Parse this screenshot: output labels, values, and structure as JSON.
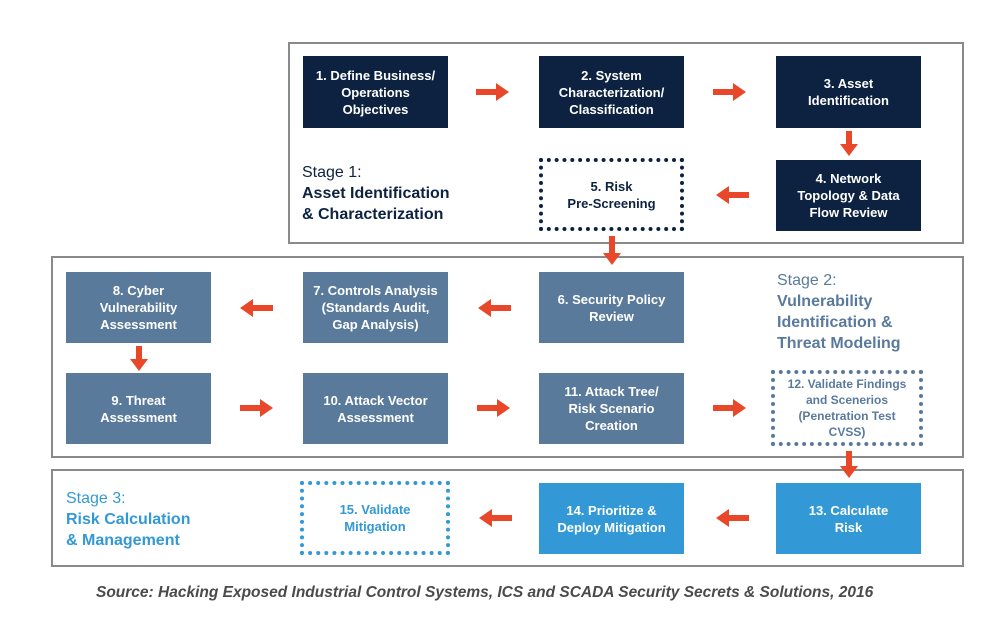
{
  "stages": {
    "stage1": {
      "label": "Stage 1:",
      "title": "Asset Identification\n& Characterization"
    },
    "stage2": {
      "label": "Stage 2:",
      "title": "Vulnerability\nIdentification &\nThreat Modeling"
    },
    "stage3": {
      "label": "Stage 3:",
      "title": "Risk Calculation\n& Management"
    }
  },
  "steps": {
    "s1": "1. Define Business/\nOperations\nObjectives",
    "s2": "2. System\nCharacterization/\nClassification",
    "s3": "3. Asset\nIdentification",
    "s4": "4. Network\nTopology & Data\nFlow Review",
    "s5": "5. Risk\nPre-Screening",
    "s6": "6. Security Policy\nReview",
    "s7": "7. Controls Analysis\n(Standards Audit,\nGap Analysis)",
    "s8": "8. Cyber\nVulnerability\nAssessment",
    "s9": "9. Threat\nAssessment",
    "s10": "10. Attack Vector\nAssessment",
    "s11": "11. Attack Tree/\nRisk Scenario\nCreation",
    "s12": "12. Validate Findings\nand Scenerios\n(Penetration Test CVSS)",
    "s13": "13. Calculate\nRisk",
    "s14": "14. Prioritize &\nDeploy Mitigation",
    "s15": "15. Validate\nMitigation"
  },
  "colors": {
    "stage1": "#0d2240",
    "stage2": "#5a7a9c",
    "stage3": "#3399d6",
    "arrow": "#e8472a"
  },
  "source": "Source: Hacking Exposed Industrial Control Systems, ICS and SCADA Security Secrets & Solutions, 2016"
}
